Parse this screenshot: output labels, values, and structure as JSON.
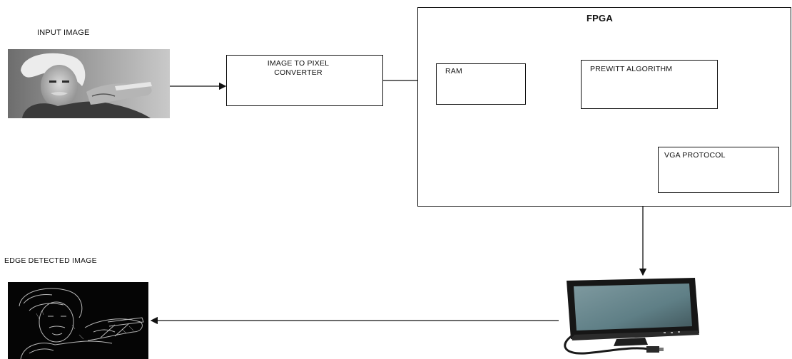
{
  "labels": {
    "input_image": "INPUT IMAGE",
    "edge_detected_image": "EDGE DETECTED  IMAGE",
    "fpga": "FPGA"
  },
  "blocks": {
    "converter": "IMAGE TO PIXEL CONVERTER",
    "ram": "RAM",
    "prewitt": "PREWITT ALGORITHM",
    "vga": "VGA PROTOCOL"
  },
  "icons": {
    "input_photo": "grayscale-portrait-photo-icon",
    "output_photo": "edge-detected-portrait-icon",
    "monitor": "lcd-monitor-icon"
  },
  "colors": {
    "line": "#111111",
    "monitor_screen": "#5f7f86",
    "edge_background": "#050505"
  }
}
